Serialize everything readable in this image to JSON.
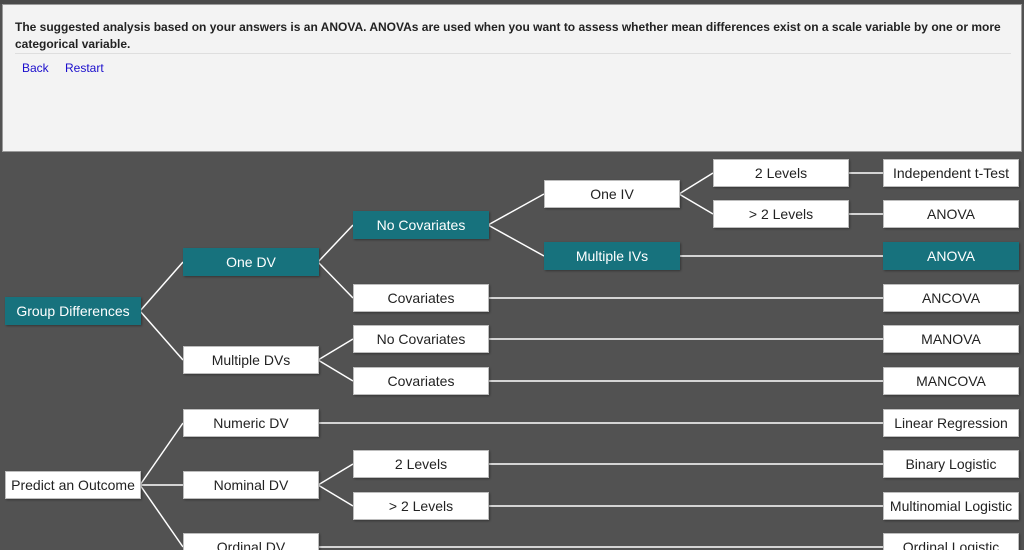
{
  "message": "The suggested analysis based on your answers is an ANOVA. ANOVAs are used when you want to assess whether mean differences exist on a scale variable by one or more categorical variable.",
  "nav": {
    "back": "Back",
    "restart": "Restart"
  },
  "accent_color": "#17727d",
  "tree": {
    "group_differences": "Group Differences",
    "predict_an_outcome": "Predict an Outcome",
    "one_dv": "One DV",
    "multiple_dvs": "Multiple DVs",
    "numeric_dv": "Numeric DV",
    "nominal_dv": "Nominal DV",
    "ordinal_dv": "Ordinal DV",
    "no_covariates": "No Covariates",
    "covariates": "Covariates",
    "no_covariates_2": "No Covariates",
    "covariates_2": "Covariates",
    "two_levels_nominal": "2 Levels",
    "more_levels_nominal": "> 2 Levels",
    "one_iv": "One IV",
    "multiple_ivs": "Multiple IVs",
    "two_levels": "2 Levels",
    "more_levels": "> 2 Levels",
    "independent_t_test": "Independent t-Test",
    "anova_1": "ANOVA",
    "anova_2": "ANOVA",
    "ancova": "ANCOVA",
    "manova": "MANOVA",
    "mancova": "MANCOVA",
    "linear_regression": "Linear Regression",
    "binary_logistic": "Binary Logistic",
    "multinomial_logistic": "Multinomial Logistic",
    "ordinal_logistic": "Ordinal Logistic"
  }
}
